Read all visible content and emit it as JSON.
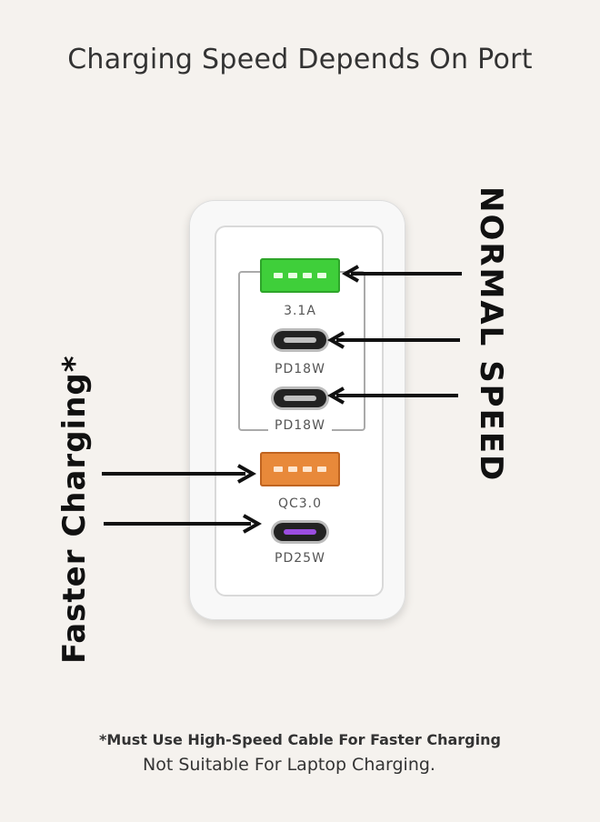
{
  "title": "Charging Speed Depends On Port",
  "side_labels": {
    "right": "NORMAL SPEED",
    "left": "Faster Charging*"
  },
  "ports": [
    {
      "type": "usb-a",
      "label": "3.1A",
      "color": "#3fcf3a"
    },
    {
      "type": "usb-c",
      "label": "PD18W",
      "color": "#c0c0c0"
    },
    {
      "type": "usb-c",
      "label": "PD18W",
      "color": "#c0c0c0"
    },
    {
      "type": "usb-a",
      "label": "QC3.0",
      "color": "#e8893a"
    },
    {
      "type": "usb-c",
      "label": "PD25W",
      "color": "#9b4de0"
    }
  ],
  "notes": {
    "line1": "*Must Use High-Speed Cable For Faster Charging",
    "line2": "Not Suitable For Laptop Charging."
  },
  "colors": {
    "background": "#f5f2ee",
    "arrow": "#111111"
  }
}
